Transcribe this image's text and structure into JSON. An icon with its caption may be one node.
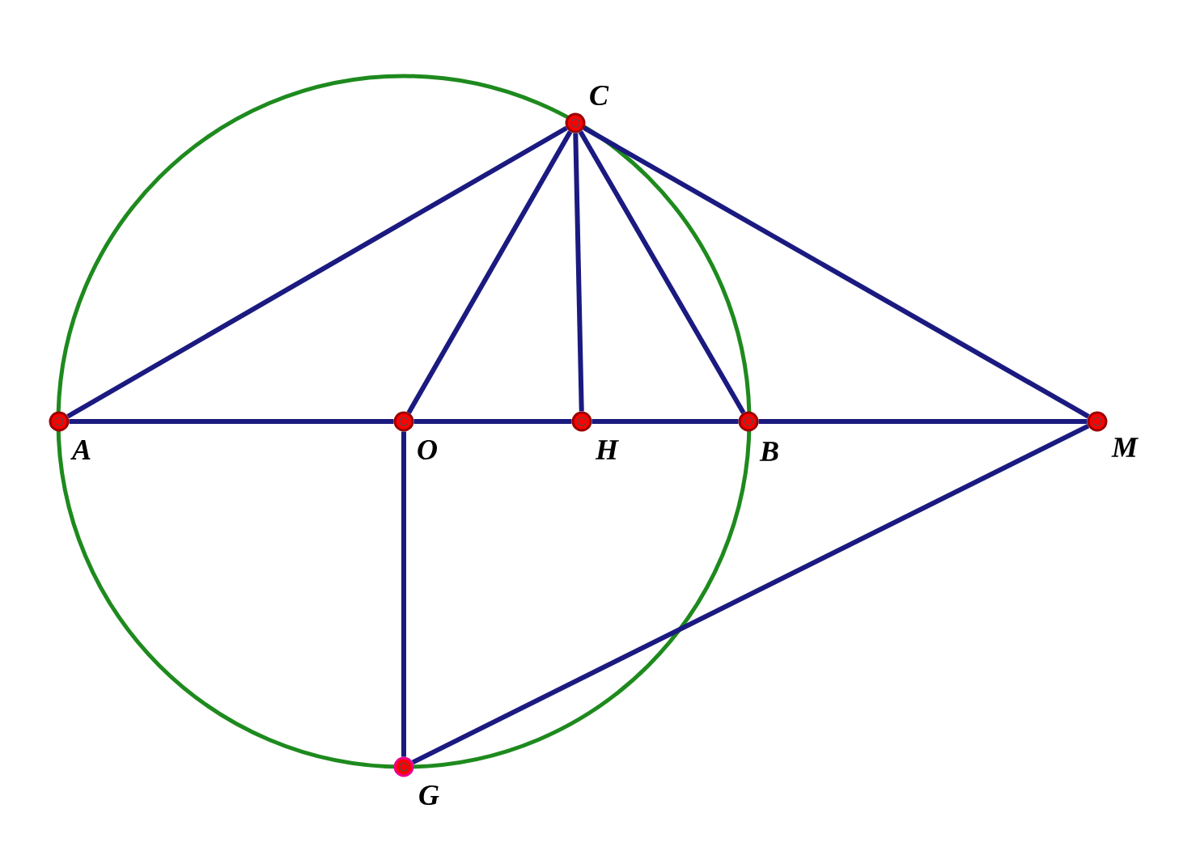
{
  "diagram": {
    "nodes": [
      {
        "text": [
          "C"
        ]
      },
      {
        "text": [
          "A"
        ]
      },
      {
        "text": [
          "O"
        ]
      },
      {
        "text": [
          "H"
        ]
      },
      {
        "text": [
          "B"
        ]
      },
      {
        "text": [
          "M"
        ]
      },
      {
        "text": [
          "G"
        ]
      }
    ],
    "edges": [
      {
        "from": 1,
        "to": 0,
        "arrow": "none"
      },
      {
        "from": 2,
        "to": 0,
        "arrow": "none"
      },
      {
        "from": 3,
        "to": 0,
        "arrow": "none"
      },
      {
        "from": 4,
        "to": 0,
        "arrow": "none"
      },
      {
        "from": 5,
        "to": 0,
        "arrow": "none"
      },
      {
        "from": 1,
        "to": 2,
        "arrow": "none"
      },
      {
        "from": 2,
        "to": 3,
        "arrow": "none"
      },
      {
        "from": 3,
        "to": 4,
        "arrow": "none"
      },
      {
        "from": 4,
        "to": 5,
        "arrow": "none"
      },
      {
        "from": 2,
        "to": 6,
        "arrow": "none"
      },
      {
        "from": 6,
        "to": 5,
        "arrow": "none"
      }
    ]
  }
}
